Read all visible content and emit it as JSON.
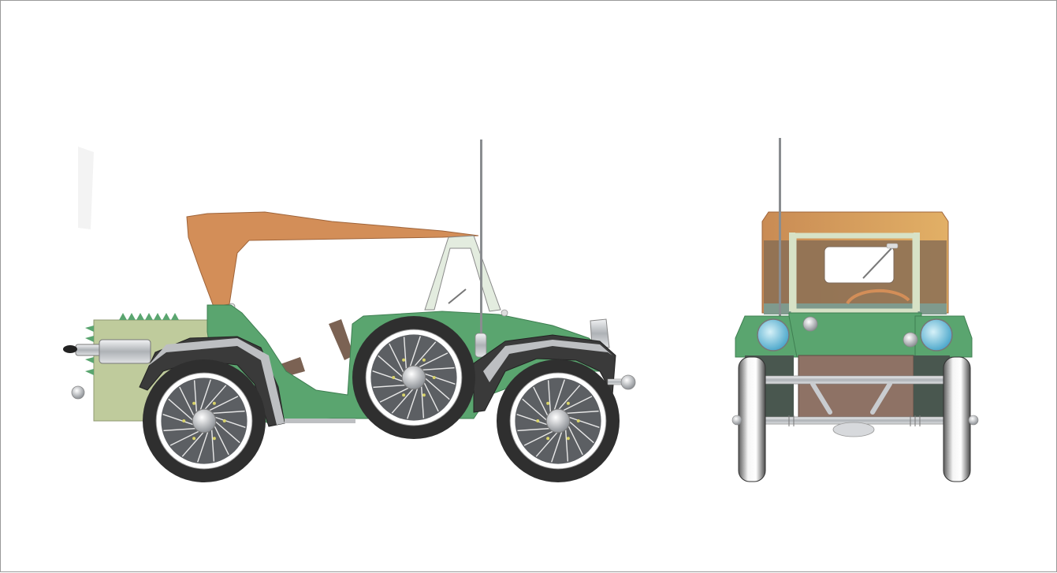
{
  "views": [
    {
      "id": "side",
      "kind": "side-view"
    },
    {
      "id": "front",
      "kind": "front-view"
    }
  ],
  "colors": {
    "body_green": "#5aa56f",
    "body_green_dark": "#3f7f52",
    "canopy_tan": "#d38e58",
    "canopy_dark": "#8a6f55",
    "trunk_sage": "#bfcb9c",
    "tire_dark": "#2f2f2f",
    "fender_dark": "#3a3a3a",
    "chrome": "#c9ccd0",
    "windshield": "#e6eee2",
    "grille_brown": "#8e7265",
    "lamp_blue": "#6fc1de"
  },
  "spoke_counts": {
    "wheel": 16
  }
}
